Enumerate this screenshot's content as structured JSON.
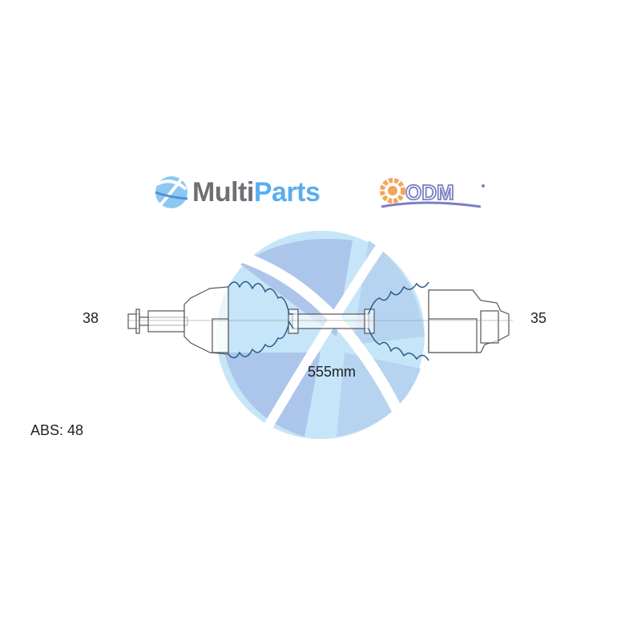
{
  "brand": {
    "name_part1": "Multi",
    "name_part2": "Parts",
    "partner_logo": "ODM"
  },
  "colors": {
    "brand_blue": "#5aaef0",
    "brand_gray": "#6f6f73",
    "watermark_light": "#c3e4f8",
    "watermark_dark": "#a8c4ea",
    "odm_orange": "#f2a65a",
    "odm_purple": "#7a7fc4"
  },
  "part": {
    "left_spline_count": "38",
    "right_spline_count": "35",
    "length": "555mm",
    "abs": "ABS: 48"
  }
}
